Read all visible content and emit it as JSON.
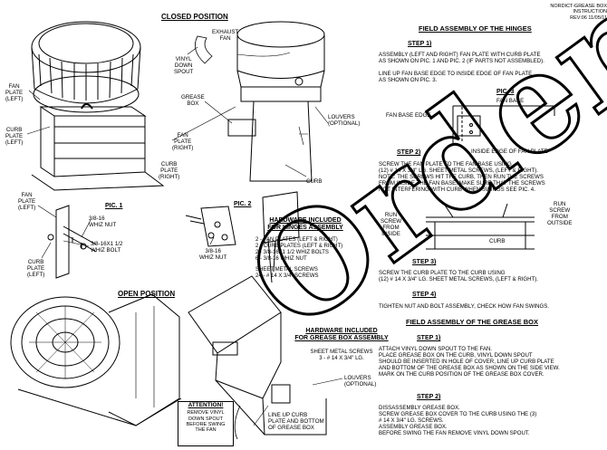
{
  "header_note": [
    "NORDICT-GREASE BOX INSTRUCTION",
    "REV:06 11/05/11"
  ],
  "closed_title": "CLOSED POSITION",
  "open_title": "OPEN POSITION",
  "labels": {
    "exhaust_fan": [
      "EXHAUST",
      "FAN"
    ],
    "vinyl_spout": [
      "VINYL",
      "DOWN",
      "SPOUT"
    ],
    "grease_box": [
      "GREASE",
      "BOX"
    ],
    "louvers_top": [
      "LOUVERS",
      "(OPTIONAL)"
    ],
    "fan_plate_right": [
      "FAN",
      "PLATE",
      "(RIGHT)"
    ],
    "curb_plate_right": [
      "CURB",
      "PLATE",
      "(RIGHT)"
    ],
    "curb_top": "CURB",
    "fan_plate_left_top": [
      "FAN",
      "PLATE",
      "(LEFT)"
    ],
    "curb_plate_left_top": [
      "CURB",
      "PLATE",
      "(LEFT)"
    ],
    "fan_plate_left_pic1": [
      "FAN",
      "PLATE",
      "(LEFT)"
    ],
    "whiz_nut_pic1": [
      "3/8-16",
      "WHIZ NUT"
    ],
    "whiz_bolt": [
      "3/8-16X1 1/2",
      "WHIZ BOLT"
    ],
    "curb_plate_left_pic1": [
      "CURB",
      "PLATE",
      "(LEFT)"
    ],
    "whiz_nut_pic2": [
      "3/8-16",
      "WHIZ NUT"
    ],
    "louvers_bottom": [
      "LOUVERS",
      "(OPTIONAL)"
    ],
    "line_up": [
      "LINE UP CURB",
      "PLATE AND BOTTOM",
      "OF GREASE BOX"
    ]
  },
  "pic1": "PIC. 1",
  "pic2": "PIC. 2",
  "pic3": "PIC. 3",
  "hardware_hinges": {
    "title": [
      "HARDWARE INCLUDED",
      "FOR HINGES ASSEMBLY"
    ],
    "items": [
      "2 - FAN PLATES (LEFT & RIGHT)",
      "2 - CURB PLATES (LEFT & RIGHT)",
      "2 - 3/8-16X1 1/2 WHIZ BOLTS",
      "6 - 3/8-16 WHIZ NUT"
    ],
    "screws": [
      "SHEET METAL SCREWS",
      "24 - # 14 X 3/4\" SCREWS"
    ]
  },
  "hardware_grease": {
    "title": [
      "HARDWARE INCLUDED",
      "FOR GREASE BOX ASSEMBLY"
    ],
    "screws": [
      "SHEET METAL SCREWS",
      "3 - # 14 X 3/4\" LG."
    ]
  },
  "attention": {
    "title": "ATTENTION!",
    "text": [
      "REMOVE VINYL",
      "DOWN SPOUT",
      "BEFORE SWING",
      "THE FAN"
    ]
  },
  "hinges": {
    "title": "FIELD ASSEMBLY OF THE HINGES",
    "step1": "STEP 1)",
    "step1_text": [
      "ASSEMBLY (LEFT AND RIGHT) FAN PLATE WITH CURB PLATE",
      "AS SHOWN ON PIC. 1 AND PIC. 2 (IF PARTS NOT ASSEMBLED).",
      "",
      "LINE UP FAN BASE EDGE TO INSIDE EDGE OF FAN PLATE",
      "AS SHOWN ON PIC. 3."
    ],
    "fan_base": "FAN BASE",
    "fan_base_edge": "FAN BASE EDGE",
    "inside_edge": "INSIDE EDGE OF FAN PLATE",
    "step2": "STEP 2)",
    "step2_text": [
      "SCREW THE FAN PLATE TO THE FAN BASE USING",
      "(12) # 14 X 3/4\" LG. SHEET METAL SCREWS, (LEFT & RIGHT).",
      "NOTE: THE SCREWS HIT THE CURB, THEN RUN THE SCREWS",
      "FROM INSIDE THE FAN BASE, MAKE SURE THAT THE SCREWS",
      "NOT INTERFERING WITH CURB WHEN SWINGS SEE PIC. 4."
    ],
    "run_inside": [
      "RUN",
      "SCREW",
      "FROM",
      "INSIDE"
    ],
    "run_outside": [
      "RUN",
      "SCREW",
      "FROM",
      "OUTSIDE"
    ],
    "curb_pic4": "CURB",
    "step3": "STEP 3)",
    "step3_text": [
      "SCREW THE CURB PLATE TO THE CURB USING",
      "(12) # 14 X 3/4\" LG. SHEET METAL SCREWS, (LEFT & RIGHT)."
    ],
    "step4": "STEP 4)",
    "step4_text": [
      "TIGHTEN NUT AND BOLT ASSEMBLY, CHECK HOW FAN SWINGS."
    ]
  },
  "grease": {
    "title": "FIELD ASSEMBLY OF THE GREASE BOX",
    "step1": "STEP 1)",
    "step1_text": [
      "ATTACH VINYL DOWN SPOUT TO THE FAN.",
      "PLACE GREASE BOX ON THE CURB, VINYL DOWN SPOUT",
      "SHOULD BE INSERTED IN HOLE OF COVER, LINE UP CURB PLATE",
      "AND BOTTOM OF THE GREASE BOX AS SHOWN ON THE SIDE VIEW.",
      "MARK ON THE CURB POSITION OF THE GREASE BOX COVER."
    ],
    "step2": "STEP 2)",
    "step2_text": [
      "DISSASSEMBLY GREASE BOX.",
      "SCREW GREASE BOX COVER TO THE CURB USING THE (3)",
      "# 14 X 3/4\" LG. SCREWS.",
      "ASSEMBLY GREASE BOX.",
      "BEFORE SWING THE FAN REMOVE VINYL DOWN SPOUT."
    ]
  },
  "watermark": "Order"
}
